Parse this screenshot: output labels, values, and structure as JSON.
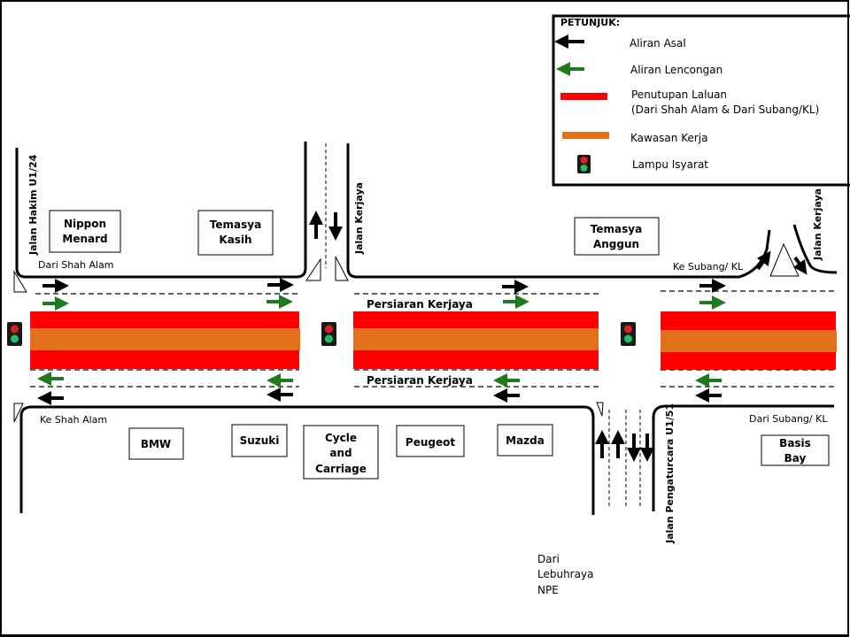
{
  "legend": {
    "title": "PETUNJUK:",
    "items": [
      {
        "icon": "black-arrow",
        "label": "Aliran Asal"
      },
      {
        "icon": "green-arrow",
        "label": "Aliran Lencongan"
      },
      {
        "icon": "red-bar",
        "label": "Penutupan Laluan",
        "label2": "(Dari Shah Alam & Dari Subang/KL)"
      },
      {
        "icon": "orange-bar",
        "label": "Kawasan Kerja"
      },
      {
        "icon": "traffic-light",
        "label": "Lampu Isyarat"
      }
    ]
  },
  "colors": {
    "closure_red": "#ff0000",
    "work_zone_orange": "#e3701a",
    "diversion_green": "#1f7a1f",
    "original_black": "#000000",
    "light_red": "#e02020",
    "light_green": "#20c060",
    "light_body": "#1a1a1a"
  },
  "roads": {
    "jalan_hakim": "Jalan  Hakim  U1/24",
    "jalan_kerjaya_1": "Jalan  Kerjaya",
    "jalan_kerjaya_2": "Jalan  Kerjaya",
    "jalan_pengaturcara": "Jalan  Pengaturcara  U1/51",
    "persiaran_top": "Persiaran Kerjaya",
    "persiaran_bottom": "Persiaran Kerjaya"
  },
  "directions": {
    "dari_shah_alam": "Dari Shah Alam",
    "ke_subang": "Ke Subang/ KL",
    "ke_shah_alam": "Ke Shah Alam",
    "dari_subang": "Dari Subang/ KL",
    "dari_npe_1": "Dari",
    "dari_npe_2": "Lebuhraya",
    "dari_npe_3": "NPE"
  },
  "buildings": {
    "nippon": [
      "Nippon",
      "Menard"
    ],
    "temasya_kasih": [
      "Temasya",
      "Kasih"
    ],
    "temasya_anggun": [
      "Temasya",
      "Anggun"
    ],
    "bmw": [
      "BMW"
    ],
    "suzuki": [
      "Suzuki"
    ],
    "cycle": [
      "Cycle",
      "and",
      "Carriage"
    ],
    "peugeot": [
      "Peugeot"
    ],
    "mazda": [
      "Mazda"
    ],
    "basis_bay": [
      "Basis",
      "Bay"
    ]
  }
}
